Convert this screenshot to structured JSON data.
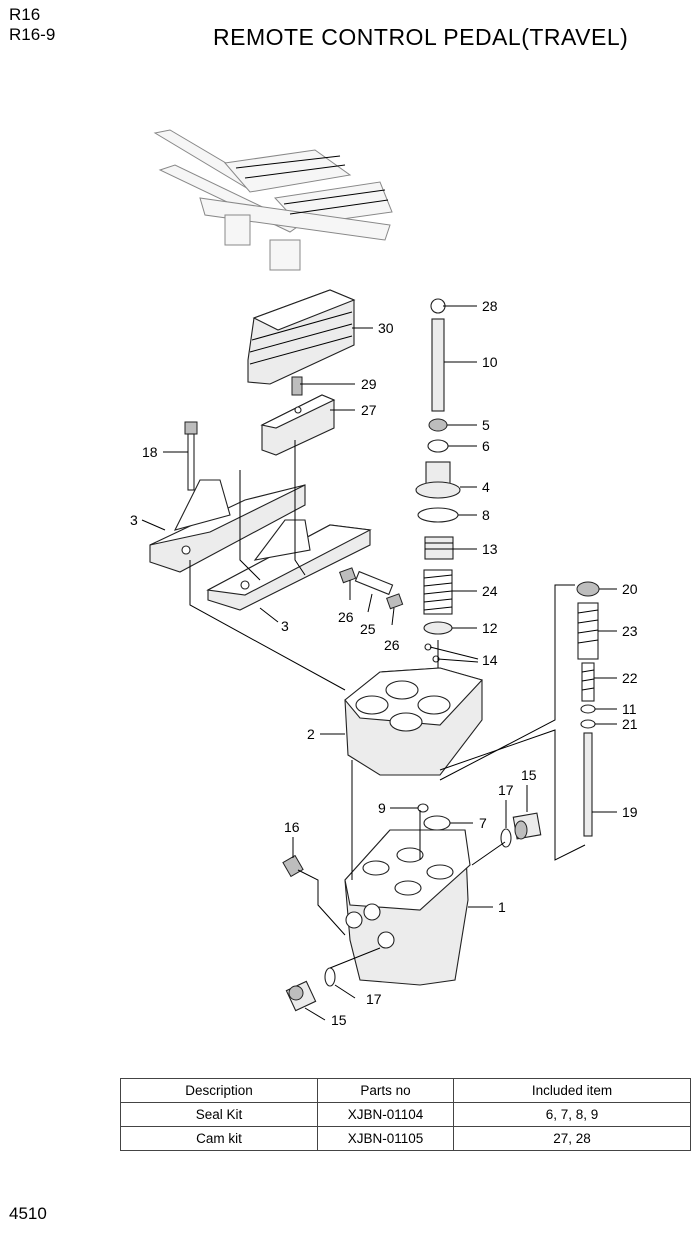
{
  "header": {
    "model": "R16",
    "section": "R16-9",
    "title": "REMOTE CONTROL PEDAL(TRAVEL)"
  },
  "callouts": [
    "28",
    "10",
    "30",
    "29",
    "27",
    "5",
    "6",
    "4",
    "18",
    "8",
    "3",
    "13",
    "24",
    "26",
    "25",
    "26",
    "3",
    "12",
    "14",
    "20",
    "23",
    "22",
    "2",
    "11",
    "21",
    "15",
    "17",
    "9",
    "7",
    "19",
    "16",
    "1",
    "17",
    "15"
  ],
  "kit_table": {
    "headers": [
      "Description",
      "Parts no",
      "Included item"
    ],
    "rows": [
      [
        "Seal Kit",
        "XJBN-01104",
        "6, 7, 8, 9"
      ],
      [
        "Cam kit",
        "XJBN-01105",
        "27, 28"
      ]
    ]
  },
  "page_number": "4510"
}
